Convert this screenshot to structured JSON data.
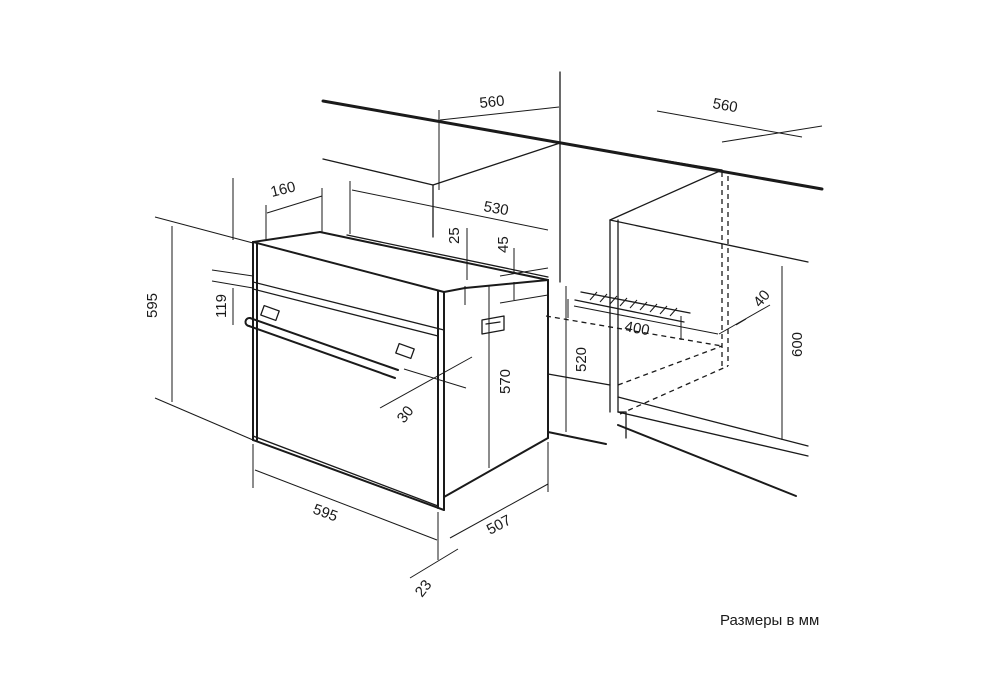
{
  "dimensions": {
    "niche_width_top": "560",
    "cabinet_width_right": "560",
    "panel_depth": "160",
    "top_depth": "530",
    "top_gap": "25",
    "side_gap": "45",
    "oven_height": "595",
    "panel_height": "119",
    "side_height": "570",
    "niche_height_min": "520",
    "cabinet_height": "600",
    "vent_width": "400",
    "vent_depth": "40",
    "handle_offset": "30",
    "oven_width": "595",
    "oven_depth": "507",
    "front_thickness": "23"
  },
  "caption": "Размеры в мм",
  "colors": {
    "line": "#1a1a1a",
    "background": "#ffffff"
  }
}
